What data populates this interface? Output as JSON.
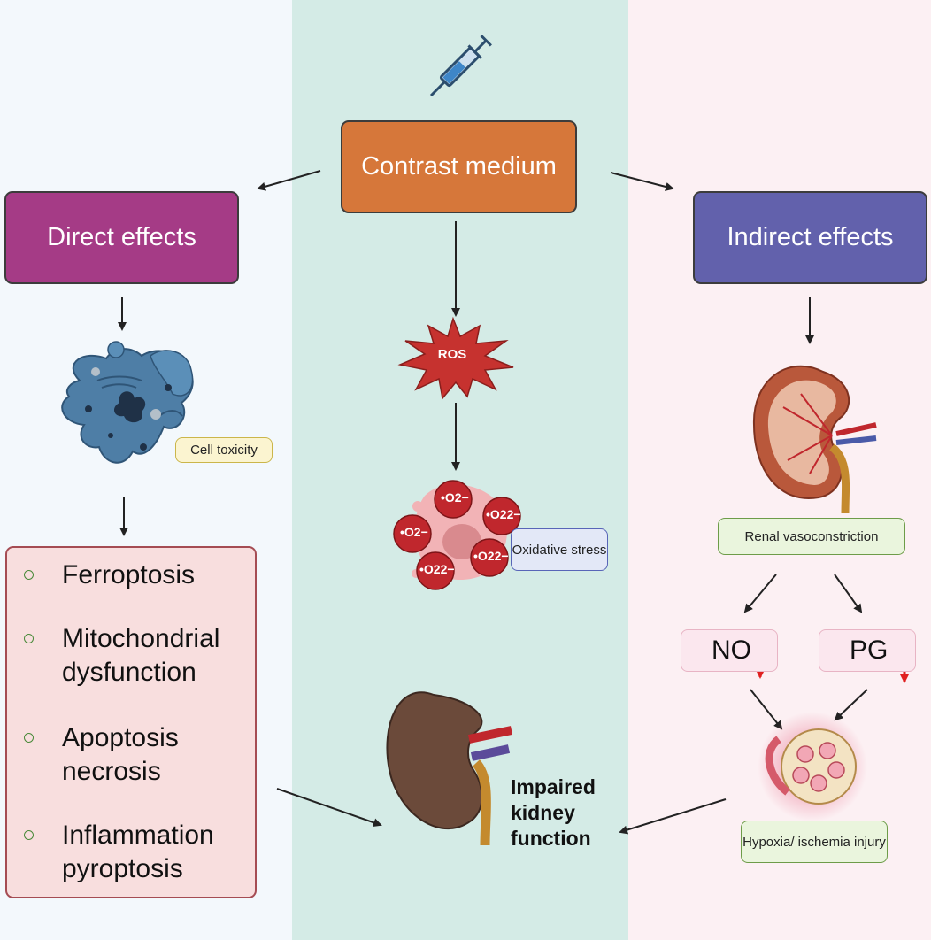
{
  "title_box": "Contrast medium",
  "direct": {
    "label": "Direct effects",
    "cell_label": "Cell toxicity",
    "outcomes": [
      {
        "line1": "Ferroptosis",
        "line2": ""
      },
      {
        "line1": "Mitochondrial",
        "line2": "dysfunction"
      },
      {
        "line1": "Apoptosis",
        "line2": "necrosis"
      },
      {
        "line1": "Inflammation",
        "line2": "pyroptosis"
      }
    ]
  },
  "middle": {
    "ros_label": "ROS",
    "oxidative_label": "Oxidative stress",
    "radicals": [
      "•O2−",
      "•O22−"
    ],
    "outcome_label": "Impaired kidney function"
  },
  "indirect": {
    "label": "Indirect effects",
    "renal_label": "Renal vasoconstriction",
    "no_label": "NO",
    "pg_label": "PG",
    "hypoxia_label": "Hypoxia/ ischemia injury"
  },
  "colors": {
    "left_bg": "#f3f8fc",
    "mid_bg": "#d4ebe6",
    "right_bg": "#fcf0f3",
    "contrast": "#d6773a",
    "direct": "#a53b86",
    "indirect": "#6261ac",
    "down_arrow": "#e02020"
  }
}
